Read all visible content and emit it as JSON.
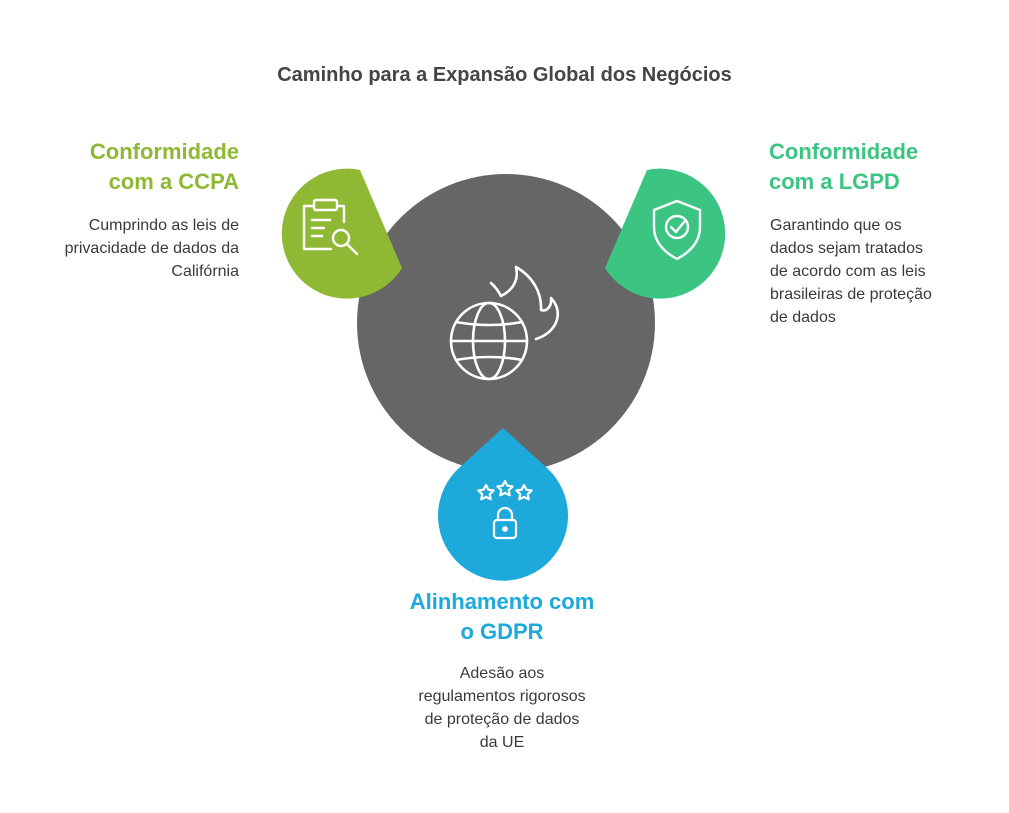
{
  "title": "Caminho para a Expansão Global dos Negócios",
  "colors": {
    "center": "#666666",
    "ccpa": "#8fb935",
    "lgpd": "#3cc483",
    "gdpr": "#1da9d9"
  },
  "center": {
    "icon": "globe-flame-icon"
  },
  "items": [
    {
      "id": "ccpa",
      "icon": "clipboard-search-icon",
      "title_lines": [
        "Conformidade",
        "com a CCPA"
      ],
      "desc_lines": [
        "Cumprindo as leis de",
        "privacidade de dados da",
        "Califórnia"
      ]
    },
    {
      "id": "lgpd",
      "icon": "shield-check-icon",
      "title_lines": [
        "Conformidade",
        "com a LGPD"
      ],
      "desc_lines": [
        "Garantindo que os",
        "dados sejam tratados",
        "de acordo com as leis",
        "brasileiras de proteção",
        "de dados"
      ]
    },
    {
      "id": "gdpr",
      "icon": "stars-lock-icon",
      "title_lines": [
        "Alinhamento com",
        "o GDPR"
      ],
      "desc_lines": [
        "Adesão aos",
        "regulamentos rigorosos",
        "de proteção de dados",
        "da UE"
      ]
    }
  ]
}
